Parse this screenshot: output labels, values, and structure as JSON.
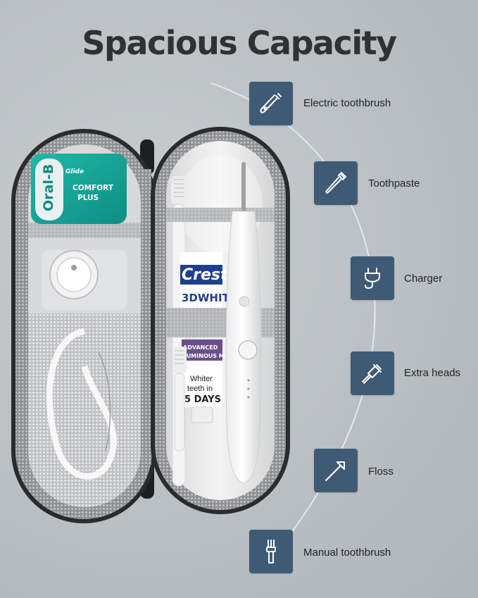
{
  "title": "Spacious Capacity",
  "features": [
    {
      "label": "Electric toothbrush",
      "icon": "electric-toothbrush-icon"
    },
    {
      "label": "Toothpaste",
      "icon": "toothpaste-icon"
    },
    {
      "label": "Charger",
      "icon": "charger-plug-icon"
    },
    {
      "label": "Extra heads",
      "icon": "brush-head-icon"
    },
    {
      "label": "Floss",
      "icon": "floss-pick-icon"
    },
    {
      "label": "Manual toothbrush",
      "icon": "manual-toothbrush-icon"
    }
  ],
  "products": {
    "floss_brand": "Oral-B",
    "floss_sub": "Glide",
    "floss_line1": "COMFORT",
    "floss_line2": "PLUS",
    "toothpaste_brand": "Crest",
    "toothpaste_sub": "3DWHITE",
    "toothpaste2_top": "ADVANCED",
    "toothpaste2_flavor": "LUMINOUS MINT",
    "toothpaste2_line1": "Whiter",
    "toothpaste2_line2": "teeth in",
    "toothpaste2_line3": "5 DAYS"
  },
  "colors": {
    "icon_tile": "#3f5a75",
    "title": "#2f3133",
    "background": "#bcc1c5",
    "case_shell": "#2a2b2c",
    "floss_teal": "#16a89a"
  }
}
